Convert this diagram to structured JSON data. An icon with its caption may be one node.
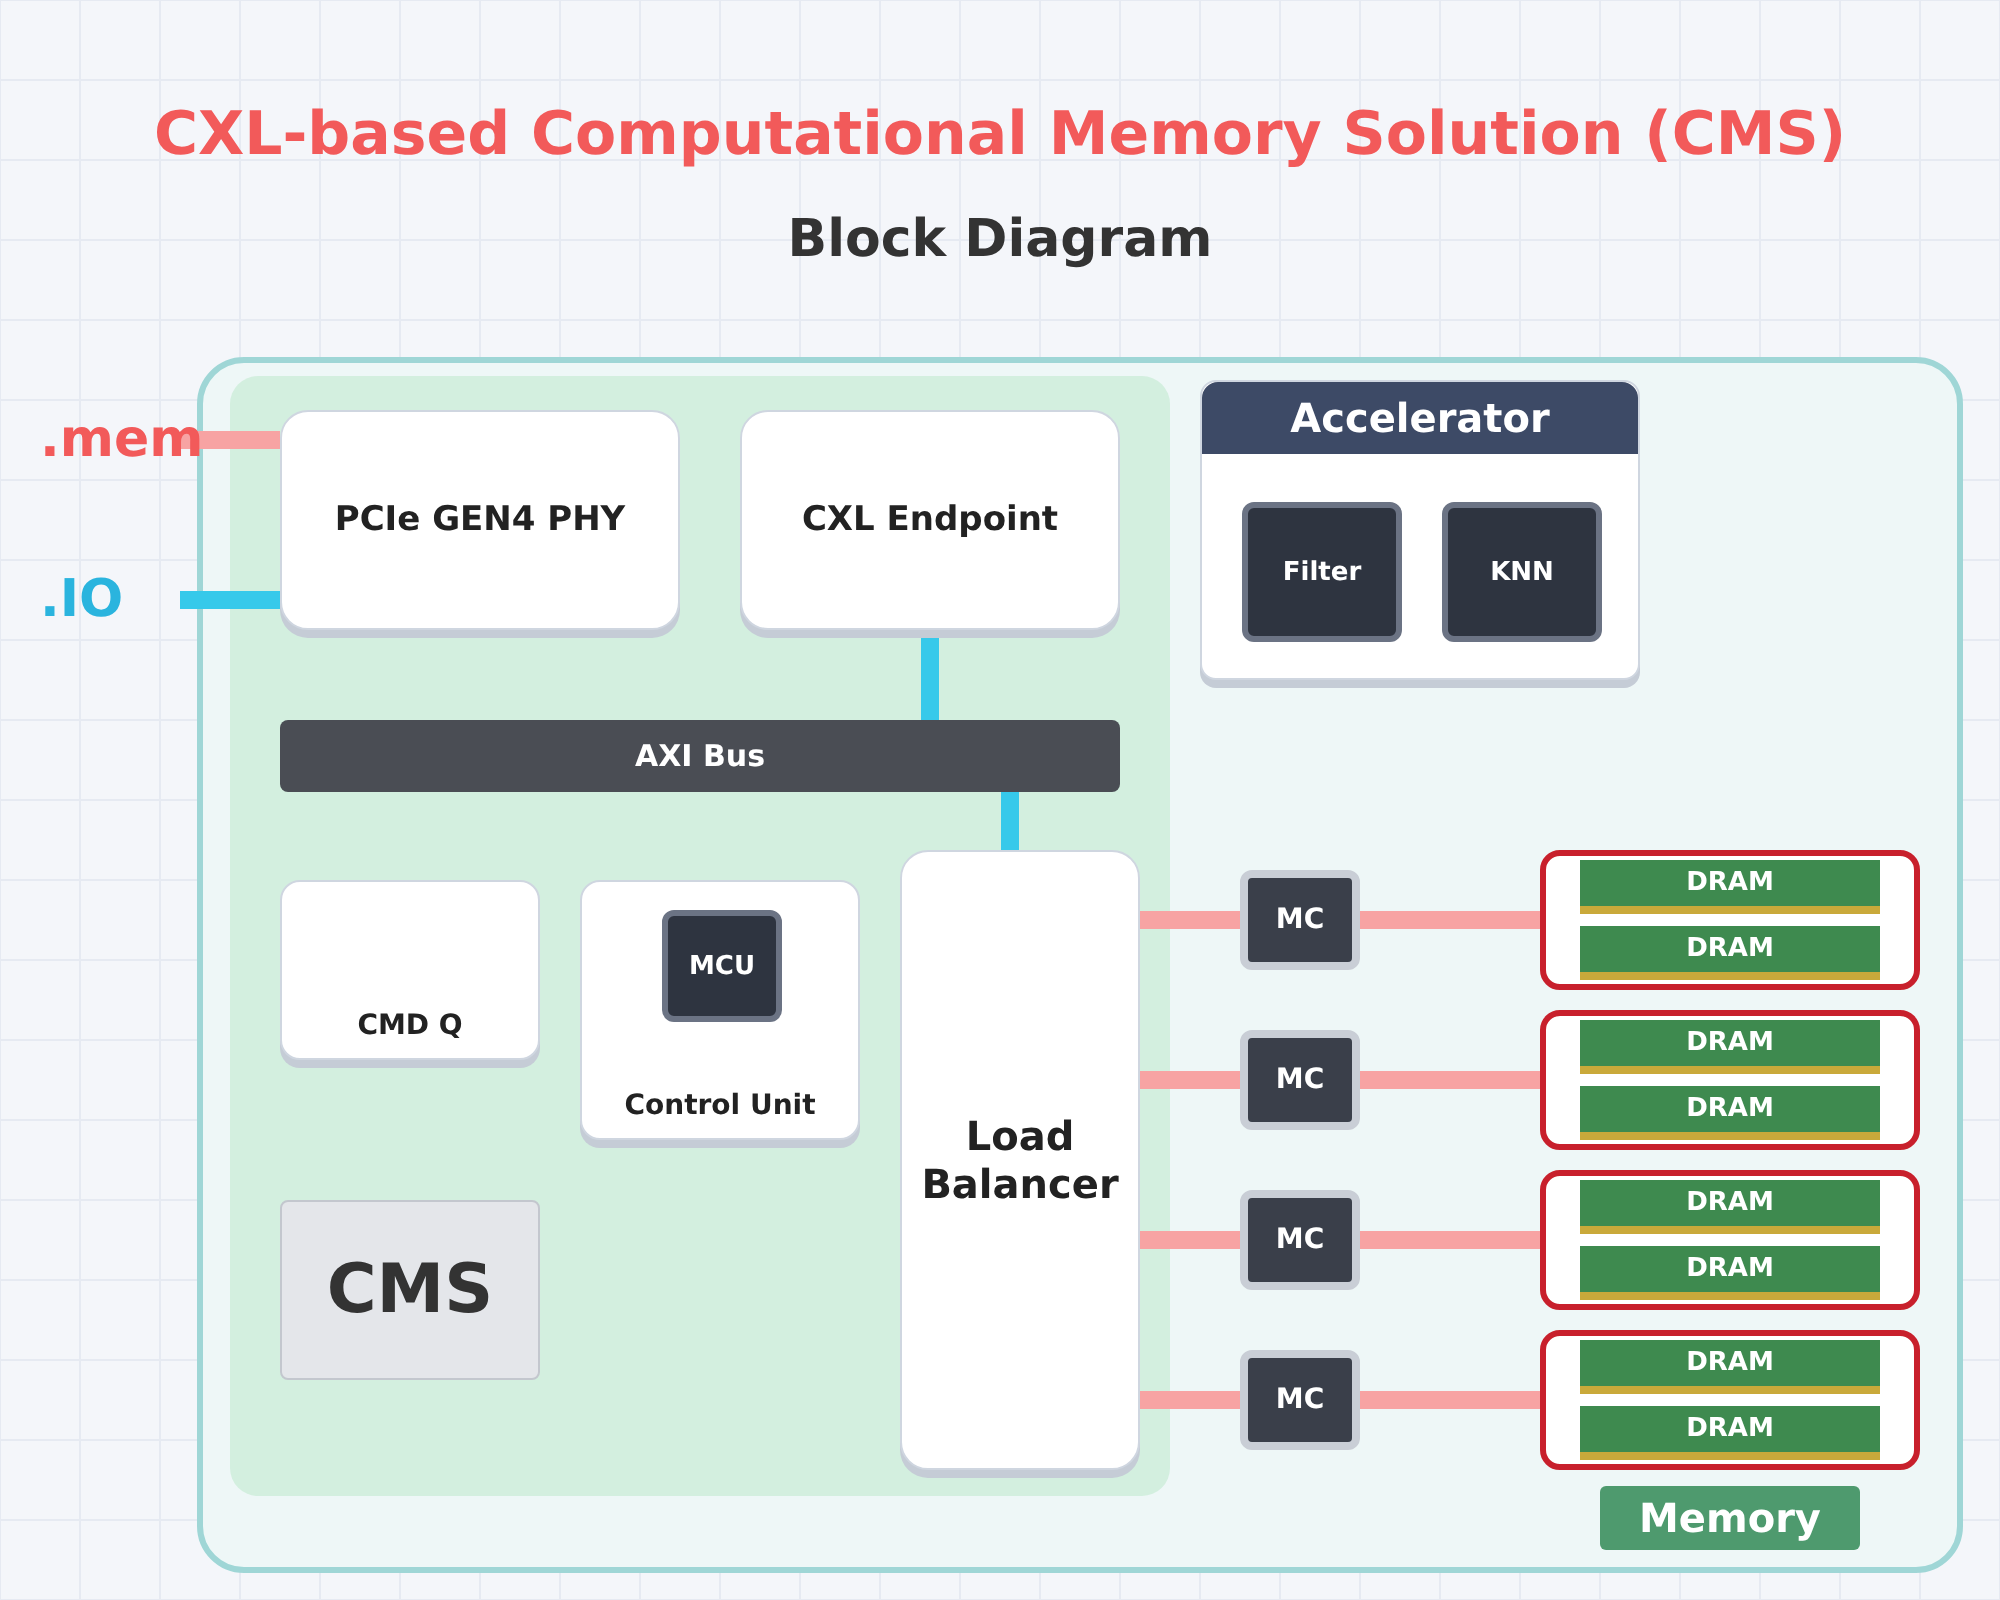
{
  "diagram": {
    "title": "CXL-based Computational Memory Solution (CMS)",
    "nodes": [
      {
        "text": [
          ".mem"
        ]
      },
      {
        "text": [
          ".IO"
        ]
      },
      {
        "text": [
          "PCIe GEN4 PHY"
        ]
      },
      {
        "text": [
          "CXL Endpoint"
        ]
      },
      {
        "text": [
          "Accelerator"
        ]
      },
      {
        "text": [
          "Filter"
        ],
        "in": 4
      },
      {
        "text": [
          "KNN"
        ],
        "in": 4
      },
      {
        "text": [
          "AXI Bus"
        ]
      },
      {
        "text": [
          "CMD Q"
        ]
      },
      {
        "text": [
          "Control Unit"
        ]
      },
      {
        "text": [
          "MCU"
        ],
        "in": 9
      },
      {
        "text": [
          "Load Balancer"
        ]
      },
      {
        "text": [
          "MC"
        ]
      },
      {
        "text": [
          "MC"
        ]
      },
      {
        "text": [
          "MC"
        ]
      },
      {
        "text": [
          "MC"
        ]
      },
      {
        "text": [
          "DRAM",
          "DRAM"
        ]
      },
      {
        "text": [
          "DRAM",
          "DRAM"
        ]
      },
      {
        "text": [
          "DRAM",
          "DRAM"
        ]
      },
      {
        "text": [
          "DRAM",
          "DRAM"
        ]
      },
      {
        "text": [
          "Memory"
        ]
      },
      {
        "text": [
          "CMS"
        ]
      }
    ],
    "edges": [
      {
        "from": 0,
        "to": 2,
        "arrow": "none"
      },
      {
        "from": 1,
        "to": 2,
        "arrow": "none",
        "color": "#36c9ea"
      },
      {
        "from": 3,
        "to": 7,
        "arrow": "none",
        "color": "#36c9ea"
      },
      {
        "from": 7,
        "to": 11,
        "arrow": "none",
        "color": "#36c9ea"
      },
      {
        "from": 11,
        "to": 12,
        "arrow": "none"
      },
      {
        "from": 11,
        "to": 13,
        "arrow": "none"
      },
      {
        "from": 11,
        "to": 14,
        "arrow": "none"
      },
      {
        "from": 11,
        "to": 15,
        "arrow": "none"
      },
      {
        "from": 12,
        "to": 16,
        "arrow": "none"
      },
      {
        "from": 13,
        "to": 17,
        "arrow": "none"
      },
      {
        "from": 14,
        "to": 18,
        "arrow": "none"
      },
      {
        "from": 15,
        "to": 19,
        "arrow": "none"
      }
    ],
    "labels": [
      "Block Diagram"
    ]
  }
}
